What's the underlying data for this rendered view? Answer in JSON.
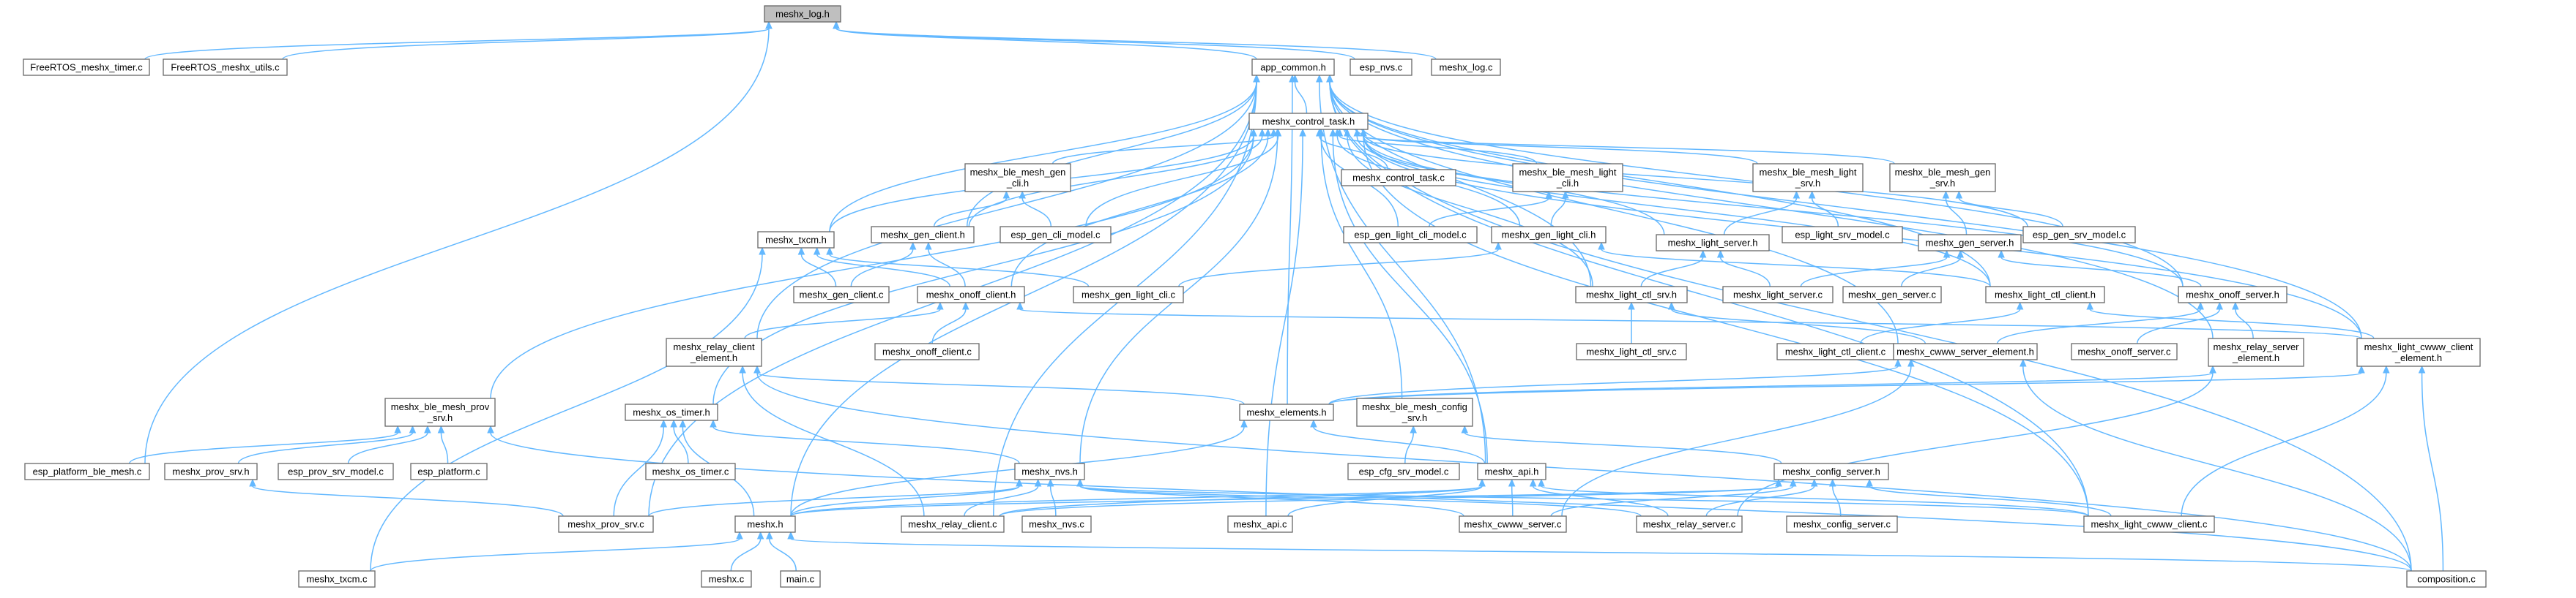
{
  "nodes": [
    {
      "id": "meshx_log_h",
      "lines": [
        "meshx_log.h"
      ],
      "root": true
    },
    {
      "id": "freertos_timer",
      "lines": [
        "FreeRTOS_meshx_timer.c"
      ]
    },
    {
      "id": "freertos_utils",
      "lines": [
        "FreeRTOS_meshx_utils.c"
      ]
    },
    {
      "id": "app_common_h",
      "lines": [
        "app_common.h"
      ]
    },
    {
      "id": "esp_nvs_c",
      "lines": [
        "esp_nvs.c"
      ]
    },
    {
      "id": "meshx_log_c",
      "lines": [
        "meshx_log.c"
      ]
    },
    {
      "id": "meshx_control_task_h",
      "lines": [
        "meshx_control_task.h"
      ]
    },
    {
      "id": "meshx_ble_mesh_gen_cli_h",
      "lines": [
        "meshx_ble_mesh_gen",
        "_cli.h"
      ]
    },
    {
      "id": "meshx_control_task_c",
      "lines": [
        "meshx_control_task.c"
      ]
    },
    {
      "id": "meshx_ble_mesh_light_cli_h",
      "lines": [
        "meshx_ble_mesh_light",
        "_cli.h"
      ]
    },
    {
      "id": "meshx_ble_mesh_light_srv_h",
      "lines": [
        "meshx_ble_mesh_light",
        "_srv.h"
      ]
    },
    {
      "id": "meshx_ble_mesh_gen_srv_h",
      "lines": [
        "meshx_ble_mesh_gen",
        "_srv.h"
      ]
    },
    {
      "id": "meshx_gen_client_h",
      "lines": [
        "meshx_gen_client.h"
      ]
    },
    {
      "id": "esp_gen_cli_model_c",
      "lines": [
        "esp_gen_cli_model.c"
      ]
    },
    {
      "id": "esp_gen_light_cli_model_c",
      "lines": [
        "esp_gen_light_cli_model.c"
      ]
    },
    {
      "id": "meshx_gen_light_cli_h",
      "lines": [
        "meshx_gen_light_cli.h"
      ]
    },
    {
      "id": "esp_light_srv_model_c",
      "lines": [
        "esp_light_srv_model.c"
      ]
    },
    {
      "id": "esp_gen_srv_model_c",
      "lines": [
        "esp_gen_srv_model.c"
      ]
    },
    {
      "id": "meshx_txcm_h",
      "lines": [
        "meshx_txcm.h"
      ]
    },
    {
      "id": "meshx_light_server_h",
      "lines": [
        "meshx_light_server.h"
      ]
    },
    {
      "id": "meshx_gen_server_h",
      "lines": [
        "meshx_gen_server.h"
      ]
    },
    {
      "id": "meshx_gen_client_c",
      "lines": [
        "meshx_gen_client.c"
      ]
    },
    {
      "id": "meshx_onoff_client_h",
      "lines": [
        "meshx_onoff_client.h"
      ]
    },
    {
      "id": "meshx_gen_light_cli_c",
      "lines": [
        "meshx_gen_light_cli.c"
      ]
    },
    {
      "id": "meshx_light_ctl_srv_h",
      "lines": [
        "meshx_light_ctl_srv.h"
      ]
    },
    {
      "id": "meshx_light_server_c",
      "lines": [
        "meshx_light_server.c"
      ]
    },
    {
      "id": "meshx_gen_server_c",
      "lines": [
        "meshx_gen_server.c"
      ]
    },
    {
      "id": "meshx_light_ctl_client_h",
      "lines": [
        "meshx_light_ctl_client.h"
      ]
    },
    {
      "id": "meshx_onoff_server_h",
      "lines": [
        "meshx_onoff_server.h"
      ]
    },
    {
      "id": "meshx_relay_client_element_h",
      "lines": [
        "meshx_relay_client",
        "_element.h"
      ]
    },
    {
      "id": "meshx_onoff_client_c",
      "lines": [
        "meshx_onoff_client.c"
      ]
    },
    {
      "id": "meshx_light_ctl_srv_c",
      "lines": [
        "meshx_light_ctl_srv.c"
      ]
    },
    {
      "id": "meshx_light_ctl_client_c",
      "lines": [
        "meshx_light_ctl_client.c"
      ]
    },
    {
      "id": "meshx_cwww_server_element_h",
      "lines": [
        "meshx_cwww_server_element.h"
      ]
    },
    {
      "id": "meshx_onoff_server_c",
      "lines": [
        "meshx_onoff_server.c"
      ]
    },
    {
      "id": "meshx_relay_server_element_h",
      "lines": [
        "meshx_relay_server",
        "_element.h"
      ]
    },
    {
      "id": "meshx_light_cwww_client_element_h",
      "lines": [
        "meshx_light_cwww_client",
        "_element.h"
      ]
    },
    {
      "id": "meshx_ble_mesh_prov_srv_h",
      "lines": [
        "meshx_ble_mesh_prov",
        "_srv.h"
      ]
    },
    {
      "id": "meshx_os_timer_h",
      "lines": [
        "meshx_os_timer.h"
      ]
    },
    {
      "id": "meshx_elements_h",
      "lines": [
        "meshx_elements.h"
      ]
    },
    {
      "id": "meshx_ble_mesh_config_srv_h",
      "lines": [
        "meshx_ble_mesh_config",
        "_srv.h"
      ]
    },
    {
      "id": "esp_platform_ble_mesh_c",
      "lines": [
        "esp_platform_ble_mesh.c"
      ]
    },
    {
      "id": "meshx_prov_srv_h",
      "lines": [
        "meshx_prov_srv.h"
      ]
    },
    {
      "id": "esp_prov_srv_model_c",
      "lines": [
        "esp_prov_srv_model.c"
      ]
    },
    {
      "id": "esp_platform_c",
      "lines": [
        "esp_platform.c"
      ]
    },
    {
      "id": "meshx_os_timer_c",
      "lines": [
        "meshx_os_timer.c"
      ]
    },
    {
      "id": "meshx_nvs_h",
      "lines": [
        "meshx_nvs.h"
      ]
    },
    {
      "id": "esp_cfg_srv_model_c",
      "lines": [
        "esp_cfg_srv_model.c"
      ]
    },
    {
      "id": "meshx_api_h",
      "lines": [
        "meshx_api.h"
      ]
    },
    {
      "id": "meshx_config_server_h",
      "lines": [
        "meshx_config_server.h"
      ]
    },
    {
      "id": "meshx_prov_srv_c",
      "lines": [
        "meshx_prov_srv.c"
      ]
    },
    {
      "id": "meshx_h",
      "lines": [
        "meshx.h"
      ]
    },
    {
      "id": "meshx_relay_client_c",
      "lines": [
        "meshx_relay_client.c"
      ]
    },
    {
      "id": "meshx_nvs_c",
      "lines": [
        "meshx_nvs.c"
      ]
    },
    {
      "id": "meshx_api_c",
      "lines": [
        "meshx_api.c"
      ]
    },
    {
      "id": "meshx_cwww_server_c",
      "lines": [
        "meshx_cwww_server.c"
      ]
    },
    {
      "id": "meshx_relay_server_c",
      "lines": [
        "meshx_relay_server.c"
      ]
    },
    {
      "id": "meshx_config_server_c",
      "lines": [
        "meshx_config_server.c"
      ]
    },
    {
      "id": "meshx_light_cwww_client_c",
      "lines": [
        "meshx_light_cwww_client.c"
      ]
    },
    {
      "id": "meshx_txcm_c",
      "lines": [
        "meshx_txcm.c"
      ]
    },
    {
      "id": "meshx_c",
      "lines": [
        "meshx.c"
      ]
    },
    {
      "id": "main_c",
      "lines": [
        "main.c"
      ]
    },
    {
      "id": "composition_c",
      "lines": [
        "composition.c"
      ]
    }
  ],
  "edges": [
    [
      "freertos_timer",
      "meshx_log_h"
    ],
    [
      "freertos_utils",
      "meshx_log_h"
    ],
    [
      "app_common_h",
      "meshx_log_h"
    ],
    [
      "esp_nvs_c",
      "meshx_log_h"
    ],
    [
      "meshx_log_c",
      "meshx_log_h"
    ],
    [
      "esp_platform_ble_mesh_c",
      "meshx_log_h"
    ],
    [
      "meshx_control_task_h",
      "app_common_h"
    ],
    [
      "meshx_txcm_h",
      "app_common_h"
    ],
    [
      "meshx_gen_client_h",
      "app_common_h"
    ],
    [
      "meshx_relay_client_element_h",
      "app_common_h"
    ],
    [
      "meshx_elements_h",
      "app_common_h"
    ],
    [
      "meshx_prov_srv_c",
      "app_common_h"
    ],
    [
      "meshx_h",
      "app_common_h"
    ],
    [
      "meshx_relay_client_c",
      "app_common_h"
    ],
    [
      "meshx_api_h",
      "app_common_h"
    ],
    [
      "meshx_light_ctl_srv_h",
      "app_common_h"
    ],
    [
      "meshx_onoff_server_h",
      "app_common_h"
    ],
    [
      "meshx_cwww_server_element_h",
      "app_common_h"
    ],
    [
      "meshx_relay_server_element_h",
      "app_common_h"
    ],
    [
      "meshx_light_cwww_client_element_h",
      "app_common_h"
    ],
    [
      "meshx_light_cwww_client_c",
      "app_common_h"
    ],
    [
      "composition_c",
      "app_common_h"
    ],
    [
      "meshx_light_ctl_client_h",
      "app_common_h"
    ],
    [
      "meshx_ble_mesh_gen_cli_h",
      "meshx_control_task_h"
    ],
    [
      "meshx_control_task_c",
      "meshx_control_task_h"
    ],
    [
      "meshx_ble_mesh_light_cli_h",
      "meshx_control_task_h"
    ],
    [
      "meshx_ble_mesh_light_srv_h",
      "meshx_control_task_h"
    ],
    [
      "meshx_ble_mesh_gen_srv_h",
      "meshx_control_task_h"
    ],
    [
      "esp_gen_cli_model_c",
      "meshx_control_task_h"
    ],
    [
      "esp_gen_light_cli_model_c",
      "meshx_control_task_h"
    ],
    [
      "meshx_gen_light_cli_h",
      "meshx_control_task_h"
    ],
    [
      "esp_gen_srv_model_c",
      "meshx_control_task_h"
    ],
    [
      "meshx_txcm_h",
      "meshx_control_task_h"
    ],
    [
      "meshx_light_server_h",
      "meshx_control_task_h"
    ],
    [
      "meshx_onoff_client_h",
      "meshx_control_task_h"
    ],
    [
      "meshx_light_ctl_srv_h",
      "meshx_control_task_h"
    ],
    [
      "meshx_onoff_server_h",
      "meshx_control_task_h"
    ],
    [
      "meshx_ble_mesh_prov_srv_h",
      "meshx_control_task_h"
    ],
    [
      "meshx_os_timer_h",
      "meshx_control_task_h"
    ],
    [
      "meshx_ble_mesh_config_srv_h",
      "meshx_control_task_h"
    ],
    [
      "meshx_nvs_h",
      "meshx_control_task_h"
    ],
    [
      "meshx_api_h",
      "meshx_control_task_h"
    ],
    [
      "meshx_api_c",
      "meshx_control_task_h"
    ],
    [
      "meshx_light_cwww_client_element_h",
      "meshx_control_task_h"
    ],
    [
      "meshx_light_ctl_client_h",
      "meshx_control_task_h"
    ],
    [
      "meshx_gen_client_h",
      "meshx_control_task_h"
    ],
    [
      "meshx_light_cwww_client_c",
      "meshx_control_task_h"
    ],
    [
      "meshx_gen_client_h",
      "meshx_ble_mesh_gen_cli_h"
    ],
    [
      "esp_gen_cli_model_c",
      "meshx_ble_mesh_gen_cli_h"
    ],
    [
      "esp_gen_light_cli_model_c",
      "meshx_ble_mesh_light_cli_h"
    ],
    [
      "meshx_gen_light_cli_h",
      "meshx_ble_mesh_light_cli_h"
    ],
    [
      "meshx_light_server_h",
      "meshx_ble_mesh_light_srv_h"
    ],
    [
      "esp_light_srv_model_c",
      "meshx_ble_mesh_light_srv_h"
    ],
    [
      "meshx_gen_server_h",
      "meshx_ble_mesh_gen_srv_h"
    ],
    [
      "esp_gen_srv_model_c",
      "meshx_ble_mesh_gen_srv_h"
    ],
    [
      "meshx_gen_client_c",
      "meshx_gen_client_h"
    ],
    [
      "meshx_onoff_client_h",
      "meshx_gen_client_h"
    ],
    [
      "meshx_gen_light_cli_c",
      "meshx_gen_light_cli_h"
    ],
    [
      "meshx_light_ctl_client_h",
      "meshx_gen_light_cli_h"
    ],
    [
      "meshx_gen_client_c",
      "meshx_txcm_h"
    ],
    [
      "meshx_onoff_client_h",
      "meshx_txcm_h"
    ],
    [
      "meshx_gen_light_cli_c",
      "meshx_txcm_h"
    ],
    [
      "meshx_txcm_c",
      "meshx_txcm_h"
    ],
    [
      "meshx_light_ctl_srv_h",
      "meshx_light_server_h"
    ],
    [
      "meshx_light_server_c",
      "meshx_light_server_h"
    ],
    [
      "meshx_gen_server_c",
      "meshx_gen_server_h"
    ],
    [
      "meshx_light_server_c",
      "meshx_gen_server_h"
    ],
    [
      "meshx_onoff_server_h",
      "meshx_gen_server_h"
    ],
    [
      "meshx_relay_client_element_h",
      "meshx_onoff_client_h"
    ],
    [
      "meshx_onoff_client_c",
      "meshx_onoff_client_h"
    ],
    [
      "meshx_light_cwww_client_element_h",
      "meshx_onoff_client_h"
    ],
    [
      "meshx_light_ctl_srv_c",
      "meshx_light_ctl_srv_h"
    ],
    [
      "meshx_cwww_server_element_h",
      "meshx_light_ctl_srv_h"
    ],
    [
      "meshx_light_ctl_client_c",
      "meshx_light_ctl_client_h"
    ],
    [
      "meshx_light_cwww_client_element_h",
      "meshx_light_ctl_client_h"
    ],
    [
      "meshx_onoff_server_c",
      "meshx_onoff_server_h"
    ],
    [
      "meshx_relay_server_element_h",
      "meshx_onoff_server_h"
    ],
    [
      "meshx_cwww_server_element_h",
      "meshx_onoff_server_h"
    ],
    [
      "meshx_elements_h",
      "meshx_relay_client_element_h"
    ],
    [
      "meshx_relay_client_c",
      "meshx_relay_client_element_h"
    ],
    [
      "composition_c",
      "meshx_relay_client_element_h"
    ],
    [
      "meshx_elements_h",
      "meshx_cwww_server_element_h"
    ],
    [
      "meshx_cwww_server_c",
      "meshx_cwww_server_element_h"
    ],
    [
      "composition_c",
      "meshx_cwww_server_element_h"
    ],
    [
      "meshx_elements_h",
      "meshx_relay_server_element_h"
    ],
    [
      "meshx_relay_server_c",
      "meshx_relay_server_element_h"
    ],
    [
      "meshx_elements_h",
      "meshx_light_cwww_client_element_h"
    ],
    [
      "meshx_light_cwww_client_c",
      "meshx_light_cwww_client_element_h"
    ],
    [
      "composition_c",
      "meshx_light_cwww_client_element_h"
    ],
    [
      "esp_platform_ble_mesh_c",
      "meshx_ble_mesh_prov_srv_h"
    ],
    [
      "meshx_prov_srv_h",
      "meshx_ble_mesh_prov_srv_h"
    ],
    [
      "esp_prov_srv_model_c",
      "meshx_ble_mesh_prov_srv_h"
    ],
    [
      "esp_platform_c",
      "meshx_ble_mesh_prov_srv_h"
    ],
    [
      "composition_c",
      "meshx_ble_mesh_prov_srv_h"
    ],
    [
      "meshx_os_timer_c",
      "meshx_os_timer_h"
    ],
    [
      "meshx_prov_srv_c",
      "meshx_os_timer_h"
    ],
    [
      "meshx_h",
      "meshx_os_timer_h"
    ],
    [
      "meshx_nvs_h",
      "meshx_os_timer_h"
    ],
    [
      "meshx_api_h",
      "meshx_elements_h"
    ],
    [
      "meshx_h",
      "meshx_elements_h"
    ],
    [
      "esp_cfg_srv_model_c",
      "meshx_ble_mesh_config_srv_h"
    ],
    [
      "meshx_config_server_h",
      "meshx_ble_mesh_config_srv_h"
    ],
    [
      "meshx_prov_srv_c",
      "meshx_prov_srv_h"
    ],
    [
      "meshx_h",
      "meshx_nvs_h"
    ],
    [
      "meshx_relay_client_c",
      "meshx_nvs_h"
    ],
    [
      "meshx_nvs_c",
      "meshx_nvs_h"
    ],
    [
      "meshx_cwww_server_c",
      "meshx_nvs_h"
    ],
    [
      "meshx_relay_server_c",
      "meshx_nvs_h"
    ],
    [
      "meshx_light_cwww_client_c",
      "meshx_nvs_h"
    ],
    [
      "meshx_prov_srv_c",
      "meshx_nvs_h"
    ],
    [
      "meshx_h",
      "meshx_api_h"
    ],
    [
      "meshx_api_c",
      "meshx_api_h"
    ],
    [
      "meshx_relay_client_c",
      "meshx_api_h"
    ],
    [
      "meshx_cwww_server_c",
      "meshx_api_h"
    ],
    [
      "meshx_relay_server_c",
      "meshx_api_h"
    ],
    [
      "meshx_light_cwww_client_c",
      "meshx_api_h"
    ],
    [
      "meshx_h",
      "meshx_config_server_h"
    ],
    [
      "meshx_cwww_server_c",
      "meshx_config_server_h"
    ],
    [
      "meshx_relay_server_c",
      "meshx_config_server_h"
    ],
    [
      "meshx_config_server_c",
      "meshx_config_server_h"
    ],
    [
      "meshx_light_cwww_client_c",
      "meshx_config_server_h"
    ],
    [
      "meshx_relay_client_c",
      "meshx_config_server_h"
    ],
    [
      "meshx_txcm_c",
      "meshx_h"
    ],
    [
      "meshx_c",
      "meshx_h"
    ],
    [
      "main_c",
      "meshx_h"
    ],
    [
      "composition_c",
      "meshx_h"
    ]
  ]
}
